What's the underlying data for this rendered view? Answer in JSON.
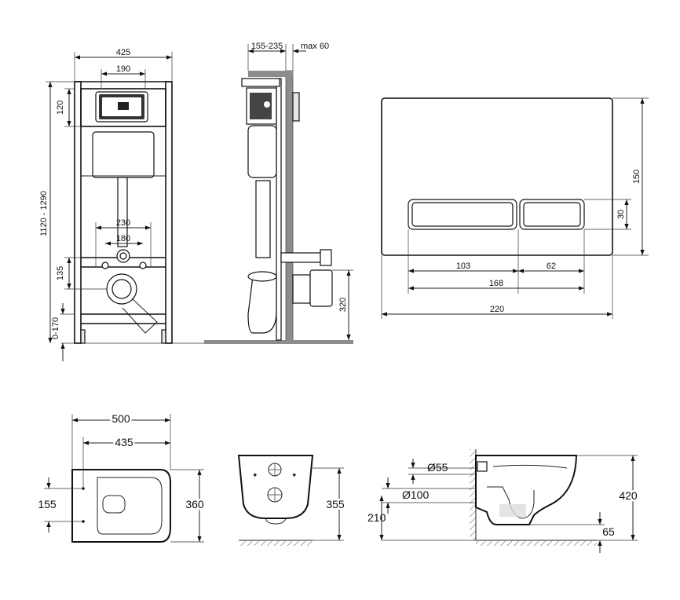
{
  "front_view": {
    "width_total": "425",
    "width_top_plate": "190",
    "height_top": "120",
    "height_range": "1120 - 1290",
    "bolt_spacing_outer": "230",
    "bolt_spacing_inner": "180",
    "height_bolts": "135",
    "height_legs": "0-170"
  },
  "side_view": {
    "depth_range": "155-235",
    "max_offset": "max 60",
    "outlet_height": "320"
  },
  "flush_plate": {
    "height": "150",
    "button_height": "30",
    "button_left_width": "103",
    "button_right_width": "62",
    "buttons_total_width": "168",
    "plate_width": "220"
  },
  "bowl_top_view": {
    "length": "500",
    "hole_distance": "435",
    "hole_spacing": "155",
    "width": "360"
  },
  "bowl_front_view": {
    "height": "355"
  },
  "bowl_side_view": {
    "inlet_diameter": "Ø55",
    "outlet_diameter": "Ø100",
    "outlet_height": "210",
    "total_height": "420",
    "floor_gap": "65"
  }
}
